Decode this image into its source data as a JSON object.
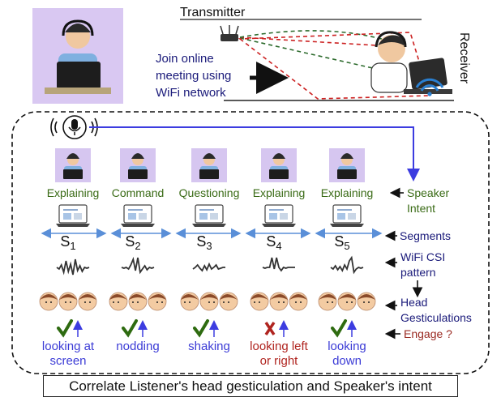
{
  "header": {
    "transmitter_label": "Transmitter",
    "receiver_label": "Receiver",
    "join_text": [
      "Join online",
      "meeting using",
      "WiFi network"
    ]
  },
  "speaker_intents": [
    "Explaining",
    "Command",
    "Questioning",
    "Explaining",
    "Explaining"
  ],
  "segments": [
    "S1",
    "S2",
    "S3",
    "S4",
    "S5"
  ],
  "legend": {
    "speaker_intent": [
      "Speaker",
      "Intent"
    ],
    "segments": "Segments",
    "csi": [
      "WiFi CSI",
      "pattern"
    ],
    "head_gesticulations": [
      "Head",
      "Gesticulations"
    ],
    "engage": "Engage ?"
  },
  "gestures": [
    {
      "lines": [
        "looking at",
        "screen"
      ],
      "mark": "check",
      "color": "#3b3bd6"
    },
    {
      "lines": [
        "nodding"
      ],
      "mark": "check",
      "color": "#3b3bd6"
    },
    {
      "lines": [
        "shaking"
      ],
      "mark": "check",
      "color": "#3b3bd6"
    },
    {
      "lines": [
        "looking left",
        "or right"
      ],
      "mark": "cross",
      "color": "#b0241f"
    },
    {
      "lines": [
        "looking",
        "down"
      ],
      "mark": "check",
      "color": "#3b3bd6"
    }
  ],
  "footer": "Correlate Listener's head gesticulation and Speaker's intent",
  "colors": {
    "intent_green": "#3a6b16",
    "segment_blue": "#5a8fd8",
    "legend_navy": "#1a1a7a",
    "engage_red": "#9a2a22",
    "mic_line": "#3c3ce0",
    "tile_purple": "#d6c6f0"
  }
}
